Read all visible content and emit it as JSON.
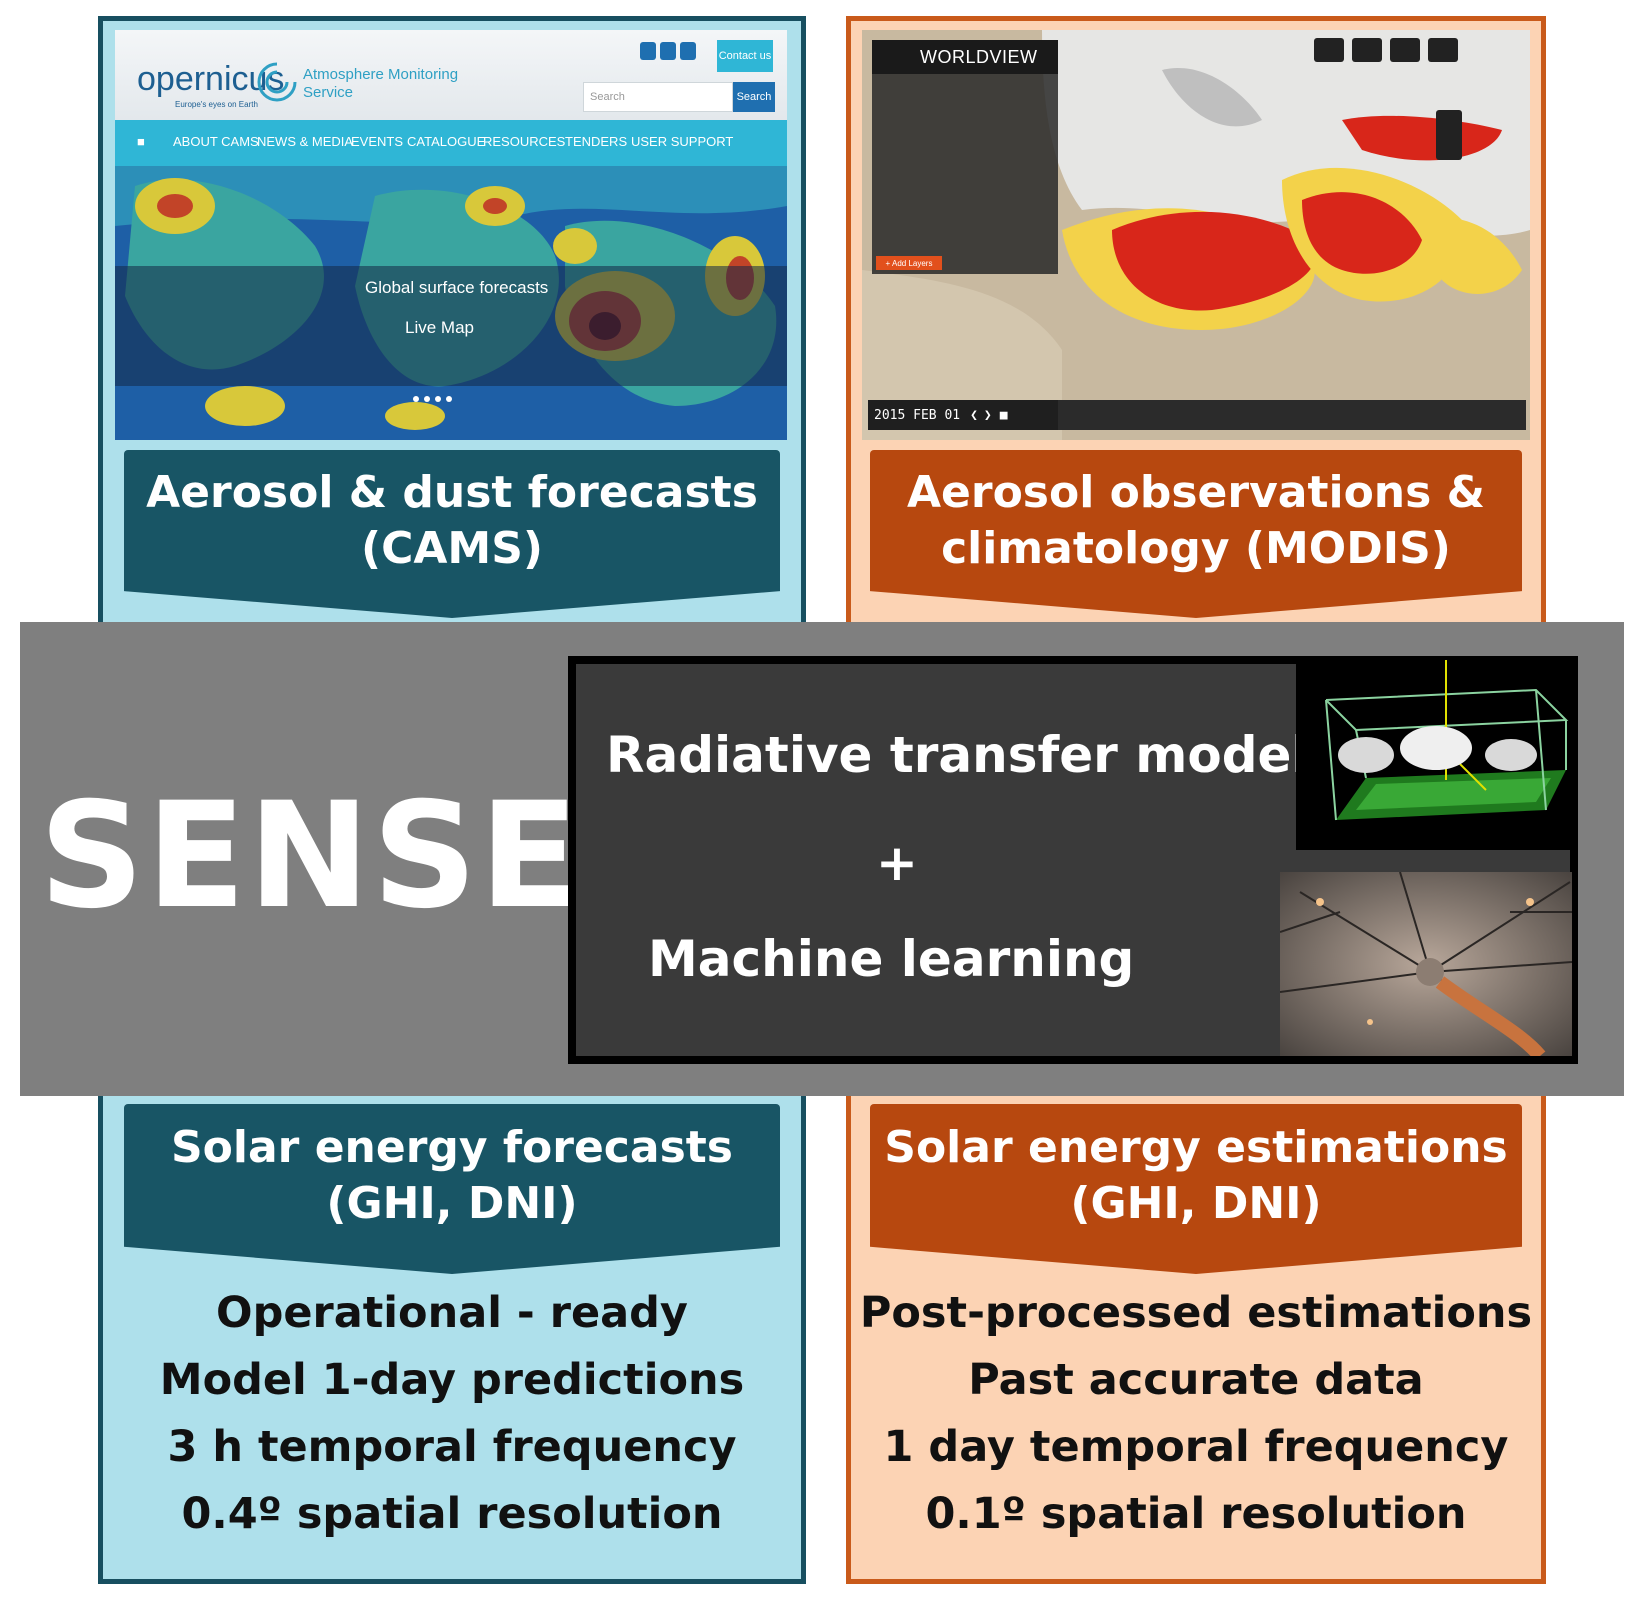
{
  "cams_panel": {
    "banner": [
      "Aerosol & dust forecasts",
      "(CAMS)"
    ],
    "screenshot": {
      "logo": "opernicus",
      "logo_subtitle": "Europe's eyes on Earth",
      "service": [
        "Atmosphere Monitoring",
        "Service"
      ],
      "contact": "Contact us",
      "search_placeholder": "Search",
      "search_button": "Search",
      "nav": [
        "ABOUT CAMS",
        "NEWS & MEDIA",
        "EVENTS",
        "CATALOGUE",
        "RESOURCES",
        "TENDERS",
        "USER SUPPORT"
      ],
      "overlay_title": "Global surface forecasts",
      "overlay_link": "Live Map"
    }
  },
  "modis_panel": {
    "banner": [
      "Aerosol observations &",
      "climatology (MODIS)"
    ],
    "screenshot": {
      "app_name": "WORLDVIEW",
      "date": "2015 FEB 01",
      "add_layers": "+ Add Layers"
    }
  },
  "center": {
    "title": "SENSE",
    "method_1": "Radiative transfer models",
    "plus": "+",
    "method_2": "Machine learning"
  },
  "forecast_panel": {
    "banner": [
      "Solar energy forecasts",
      "(GHI, DNI)"
    ],
    "features": [
      "Operational - ready",
      "Model 1-day predictions",
      "3 h temporal frequency",
      "0.4º spatial resolution"
    ]
  },
  "estimation_panel": {
    "banner": [
      "Solar energy estimations",
      "(GHI, DNI)"
    ],
    "features": [
      "Post-processed estimations",
      "Past accurate data",
      "1 day temporal frequency",
      "0.1º spatial resolution"
    ]
  },
  "colors": {
    "teal_dark": "#185565",
    "teal_light": "#aee0eb",
    "orange_dark": "#b7480f",
    "orange_light": "#fcd3b4",
    "band_gray": "#7f7f7f"
  }
}
